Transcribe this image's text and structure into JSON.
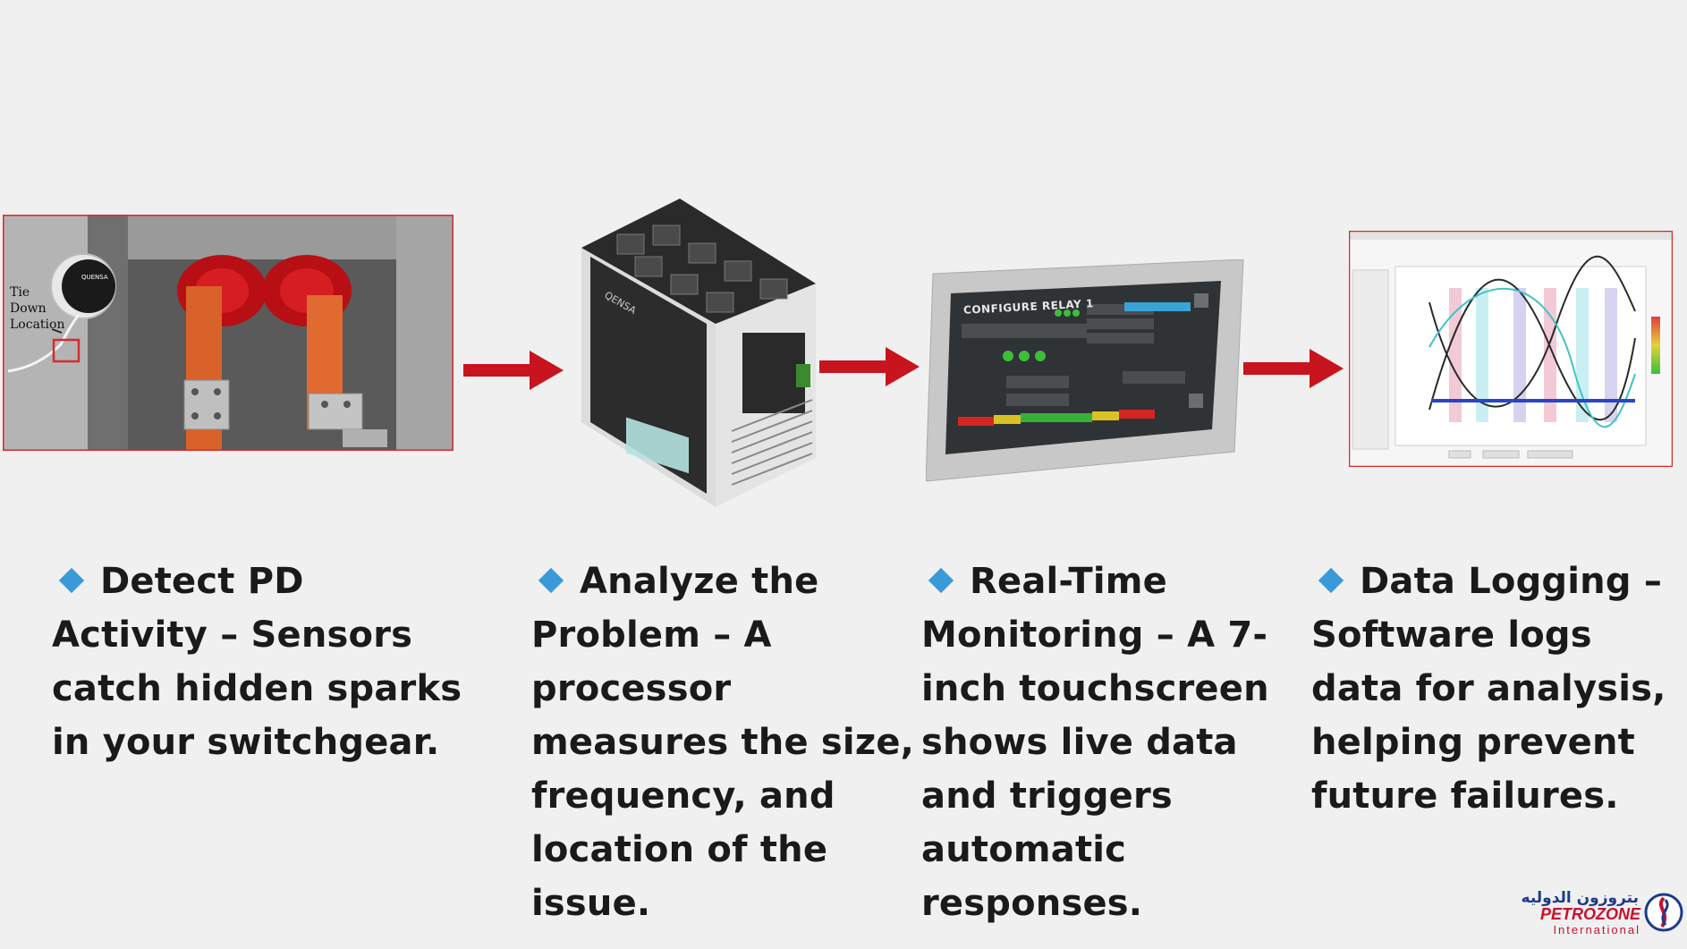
{
  "steps": [
    {
      "lines": [
        "Detect PD",
        "Activity – Sensors",
        "catch hidden sparks",
        "in your switchgear."
      ]
    },
    {
      "lines": [
        "Analyze the",
        "Problem – A",
        "processor",
        "measures the size,",
        "frequency, and",
        "location of the",
        "issue."
      ]
    },
    {
      "lines": [
        "Real-Time",
        "Monitoring – A 7-",
        "inch touchscreen",
        "shows live data",
        "and triggers",
        "automatic",
        "responses."
      ]
    },
    {
      "lines": [
        "Data Logging –",
        "Software logs",
        "data for analysis,",
        "helping prevent",
        "future failures."
      ]
    }
  ],
  "photo_annotation": [
    "Tie",
    "Down",
    "Location"
  ],
  "screen_title": "CONFIGURE RELAY 1",
  "logo": {
    "arabic": "بتروزون الدوليه",
    "name": "PETROZONE",
    "sub": "International"
  },
  "colors": {
    "arrow": "#c8141e",
    "bullet": "#3a9ad9",
    "text": "#1a1a1a",
    "frame": "#d62b2b"
  }
}
